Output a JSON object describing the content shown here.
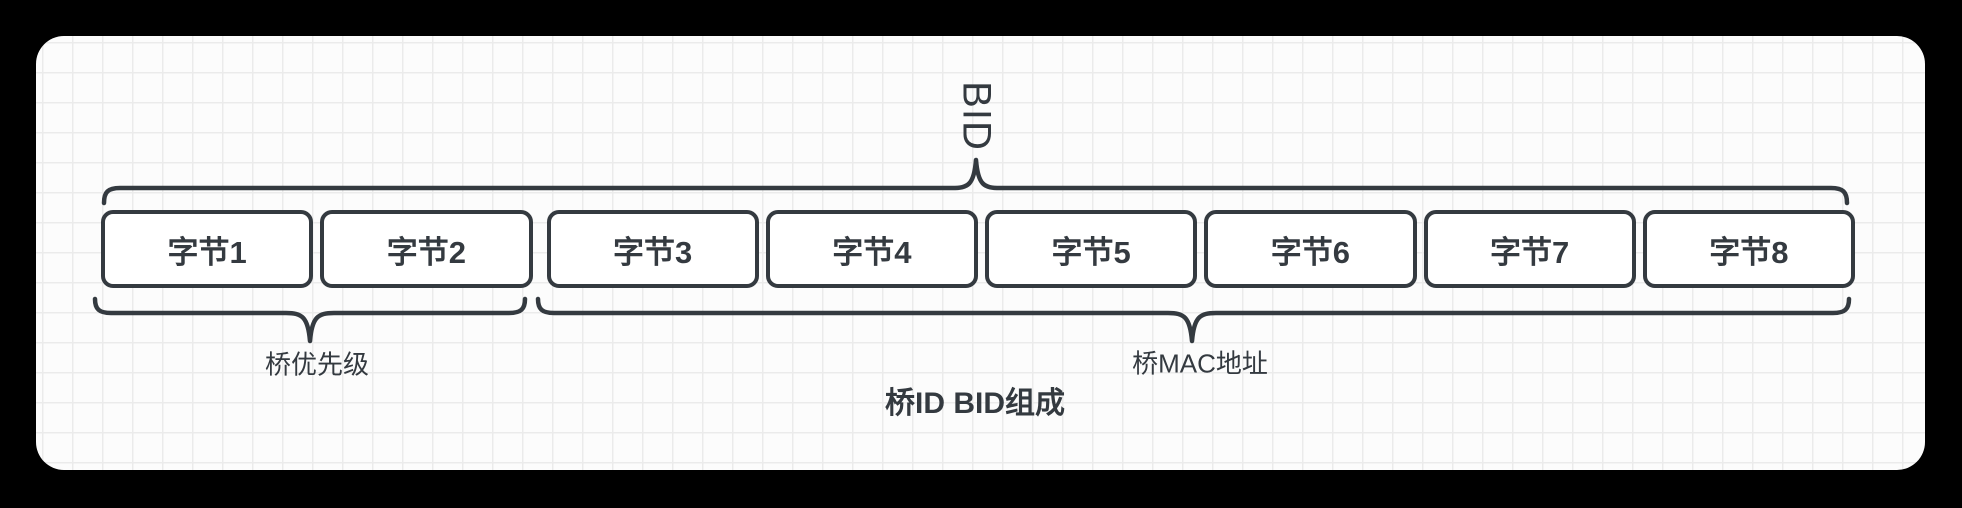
{
  "canvas": {
    "frame_color": "#000000",
    "background": "#fcfcfc",
    "grid_color": "#ebebeb",
    "stroke_color": "#343a40",
    "box_fill": "#ffffff"
  },
  "diagram": {
    "top_label": "BID",
    "bytes": [
      "字节1",
      "字节2",
      "字节3",
      "字节4",
      "字节5",
      "字节6",
      "字节7",
      "字节8"
    ],
    "group_left_label": "桥优先级",
    "group_right_label": "桥MAC地址",
    "caption": "桥ID BID组成"
  }
}
